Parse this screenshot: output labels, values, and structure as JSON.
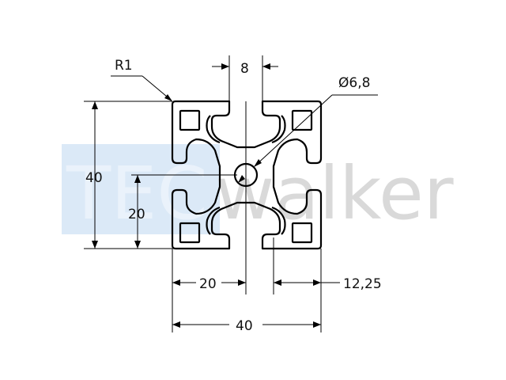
{
  "watermark": {
    "brand": "TEC",
    "rest": "walker"
  },
  "labels": {
    "radius": "R1",
    "slot_width": "8",
    "hole_diameter": "Ø6,8",
    "height_total": "40",
    "height_half": "20",
    "width_half": "20",
    "offset": "12,25",
    "width_total": "40"
  },
  "colors": {
    "line": "#000000",
    "watermark_block": "#dbe9f7",
    "watermark_text": "#d9d9d9"
  }
}
